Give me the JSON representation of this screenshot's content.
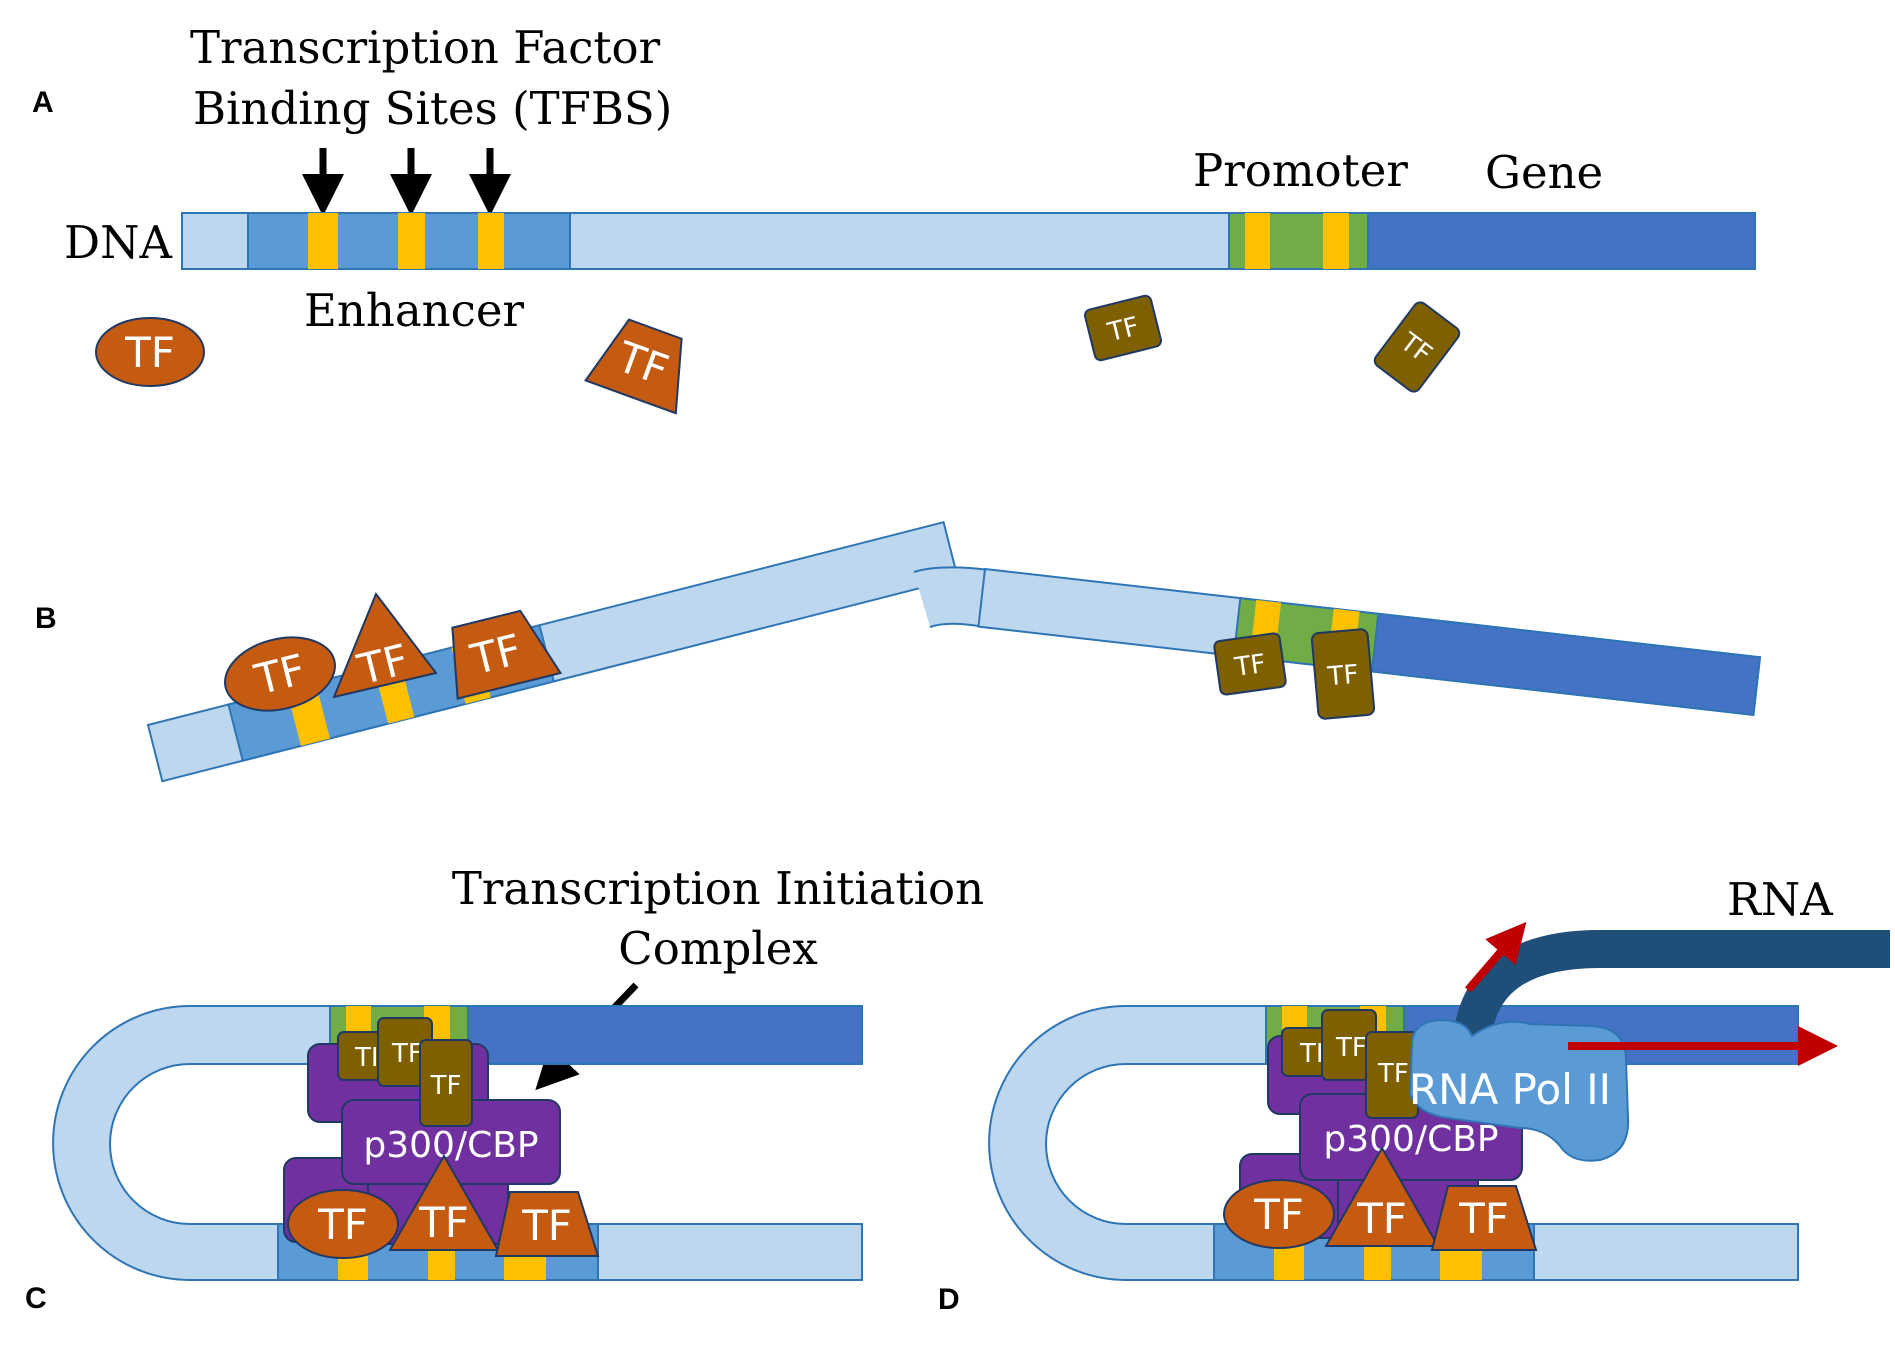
{
  "panels": {
    "a": "A",
    "b": "B",
    "c": "C",
    "d": "D"
  },
  "labels": {
    "tfbs_line1": "Transcription Factor",
    "tfbs_line2": "Binding Sites (TFBS)",
    "dna": "DNA",
    "enhancer": "Enhancer",
    "promoter": "Promoter",
    "gene": "Gene",
    "tic_line1": "Transcription Initiation",
    "tic_line2": "Complex",
    "rna": "RNA"
  },
  "factors": {
    "tf": "TF",
    "tf_clipped": "TI",
    "tf_clipped_d": "TF",
    "coactivator": "p300/CBP",
    "polymerase": "RNA Pol II"
  },
  "colors": {
    "dna_light": "#bdd7ee",
    "enhancer": "#5b9bd5",
    "tfbs": "#ffc000",
    "promoter": "#70ad47",
    "gene": "#4472c4",
    "tf_orange": "#c55a11",
    "tf_olive": "#7f6000",
    "coactivator": "#7030a0",
    "polymerase": "#5b9bd5",
    "rna": "#1f4e79",
    "arrow_red": "#c00000"
  }
}
